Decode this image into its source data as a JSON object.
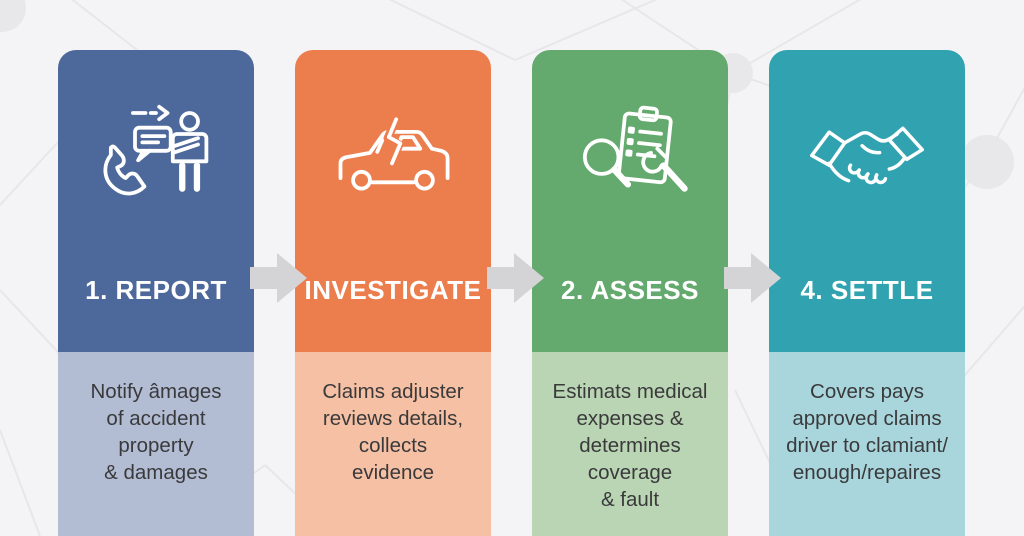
{
  "figure": {
    "type": "process-infographic",
    "subject": "auto insurance claims process"
  },
  "steps": [
    {
      "title": "1. REPORT",
      "description": "Notify âmages\nof accident\nproperty\n& damages",
      "icon": "phone-report-icon",
      "dark_color": "#4d689b",
      "light_color": "#b2bdd4"
    },
    {
      "title": "INVESTIGATE",
      "description": "Claims adjuster\nreviews details,\ncollects\nevidence",
      "icon": "crashed-car-icon",
      "dark_color": "#ec7d4c",
      "light_color": "#f5c0a3"
    },
    {
      "title": "2. ASSESS",
      "description": "Estimats medical\nexpenses &\ndetermines\ncoverage\n& fault",
      "icon": "clipboard-magnifier-icon",
      "dark_color": "#64a96d",
      "light_color": "#bad5b3"
    },
    {
      "title": "4. SETTLE",
      "description": "Covers pays\napproved claims\ndriver to clamiant/\nenough/repaires",
      "icon": "handshake-icon",
      "dark_color": "#31a3b0",
      "light_color": "#a9d6dc"
    }
  ],
  "arrow": {
    "color": "#d4d4d6",
    "count": 3
  },
  "background": {
    "color": "#f4f4f6",
    "pattern_line_color": "#e7e7ea",
    "pattern_node_color": "#e8e8eb"
  },
  "text_color": "#3a3a3c",
  "title_color": "#ffffff"
}
